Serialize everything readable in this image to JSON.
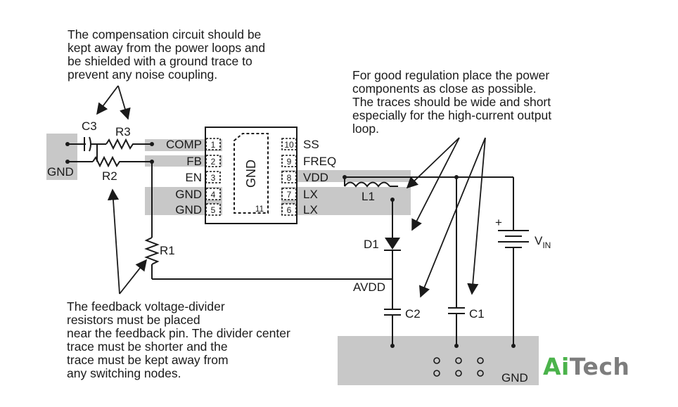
{
  "notes": {
    "compensation": [
      "The compensation circuit should be",
      "kept away from the power loops and",
      "be shielded with a ground trace to",
      "prevent any noise coupling."
    ],
    "regulation": [
      "For good regulation place the power",
      "components as close as possible.",
      "The traces should be wide and short",
      "especially for the high-current output",
      "loop."
    ],
    "feedback": [
      "The feedback voltage-divider",
      "resistors must be placed",
      "near the feedback pin. The divider center",
      "trace must be shorter and the",
      "trace must be kept away from",
      "any switching nodes."
    ]
  },
  "chip": {
    "center_label": "GND",
    "thermal_pin_number": "11",
    "left_pins": [
      {
        "number": "1",
        "name": "COMP"
      },
      {
        "number": "2",
        "name": "FB"
      },
      {
        "number": "3",
        "name": "EN"
      },
      {
        "number": "4",
        "name": "GND"
      },
      {
        "number": "5",
        "name": "GND"
      }
    ],
    "right_pins": [
      {
        "number": "10",
        "name": "SS"
      },
      {
        "number": "9",
        "name": "FREQ"
      },
      {
        "number": "8",
        "name": "VDD"
      },
      {
        "number": "7",
        "name": "LX"
      },
      {
        "number": "6",
        "name": "LX"
      }
    ]
  },
  "components": {
    "c3": "C3",
    "r3": "R3",
    "r2": "R2",
    "r1": "R1",
    "l1": "L1",
    "d1": "D1",
    "c2": "C2",
    "c1": "C1",
    "vin_base": "V",
    "vin_sub": "IN",
    "vin_plus": "+"
  },
  "nets": {
    "gnd_left": "GND",
    "avdd": "AVDD",
    "gnd_bottom": "GND"
  },
  "logo": {
    "part1": "Ai",
    "part2": "Tech"
  },
  "colors": {
    "ground_plane": "#c8c8c8",
    "trace": "#1a1a1a",
    "logo_green": "#4bb34b",
    "logo_gray": "#7d7d7d"
  }
}
